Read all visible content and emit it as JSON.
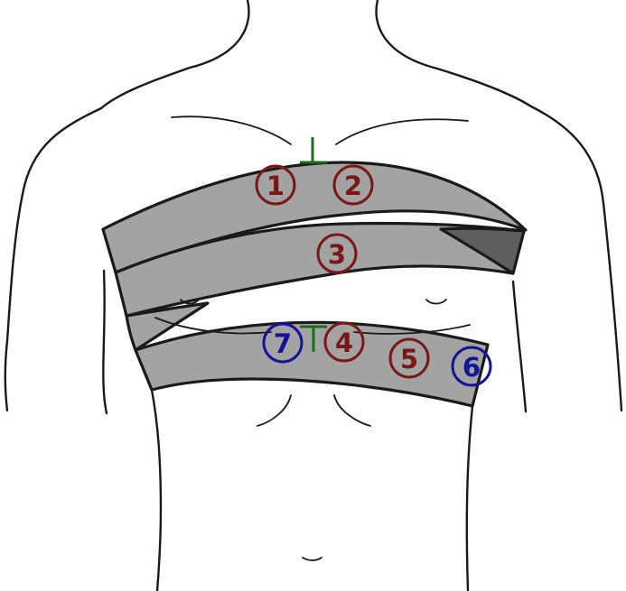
{
  "colors": {
    "band_fill": "#a3a3a3",
    "band_overlap_fill": "#5e5e5e",
    "outline": "#1a1a1a",
    "marker_red": "#7a1717",
    "marker_blue": "#141496",
    "landmark_green": "#1a6e1a"
  },
  "markers": [
    {
      "id": "m1",
      "label": "1",
      "color": "#7a1717"
    },
    {
      "id": "m2",
      "label": "2",
      "color": "#7a1717"
    },
    {
      "id": "m3",
      "label": "3",
      "color": "#7a1717"
    },
    {
      "id": "m4",
      "label": "4",
      "color": "#7a1717"
    },
    {
      "id": "m5",
      "label": "5",
      "color": "#7a1717"
    },
    {
      "id": "m6",
      "label": "6",
      "color": "#141496"
    },
    {
      "id": "m7",
      "label": "7",
      "color": "#141496"
    }
  ]
}
